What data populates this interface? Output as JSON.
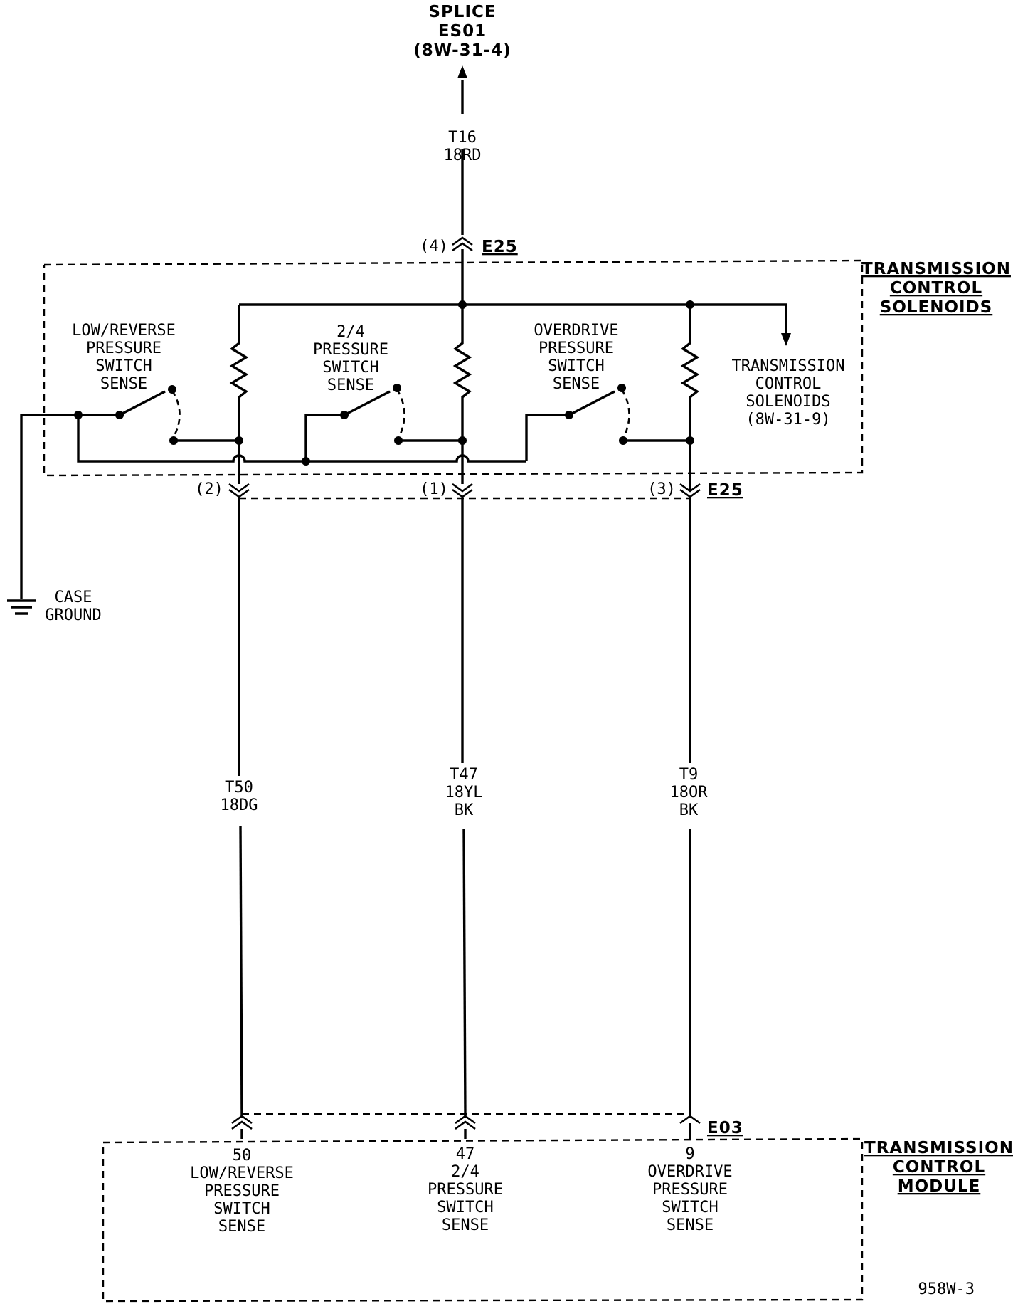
{
  "splice": {
    "line1": "SPLICE",
    "line2": "ES01",
    "line3": "(8W-31-4)"
  },
  "wire_t16": {
    "circuit": "T16",
    "gauge_color": "18RD"
  },
  "connector_e25": {
    "name": "E25",
    "pin_top": "(4)",
    "pin_left": "(2)",
    "pin_mid": "(1)",
    "pin_right": "(3)"
  },
  "tcs_component": {
    "line1": "TRANSMISSION",
    "line2": "CONTROL",
    "line3": "SOLENOIDS"
  },
  "switch_low_reverse": {
    "line1": "LOW/REVERSE",
    "line2": "PRESSURE",
    "line3": "SWITCH",
    "line4": "SENSE"
  },
  "switch_2_4": {
    "line1": "2/4",
    "line2": "PRESSURE",
    "line3": "SWITCH",
    "line4": "SENSE"
  },
  "switch_overdrive": {
    "line1": "OVERDRIVE",
    "line2": "PRESSURE",
    "line3": "SWITCH",
    "line4": "SENSE"
  },
  "solenoids_ref": {
    "line1": "TRANSMISSION",
    "line2": "CONTROL",
    "line3": "SOLENOIDS",
    "line4": "(8W-31-9)"
  },
  "case_ground": {
    "line1": "CASE",
    "line2": "GROUND"
  },
  "wire_t50": {
    "circuit": "T50",
    "gauge_color": "18DG"
  },
  "wire_t47": {
    "circuit": "T47",
    "gauge_color": "18YL",
    "tracer": "BK"
  },
  "wire_t9": {
    "circuit": "T9",
    "gauge_color": "18OR",
    "tracer": "BK"
  },
  "connector_e03": {
    "name": "E03"
  },
  "tcm_component": {
    "line1": "TRANSMISSION",
    "line2": "CONTROL",
    "line3": "MODULE"
  },
  "tcm_pin_50": {
    "pin": "50",
    "line1": "LOW/REVERSE",
    "line2": "PRESSURE",
    "line3": "SWITCH",
    "line4": "SENSE"
  },
  "tcm_pin_47": {
    "pin": "47",
    "line1": "2/4",
    "line2": "PRESSURE",
    "line3": "SWITCH",
    "line4": "SENSE"
  },
  "tcm_pin_9": {
    "pin": "9",
    "line1": "OVERDRIVE",
    "line2": "PRESSURE",
    "line3": "SWITCH",
    "line4": "SENSE"
  },
  "figure_id": "958W-3"
}
